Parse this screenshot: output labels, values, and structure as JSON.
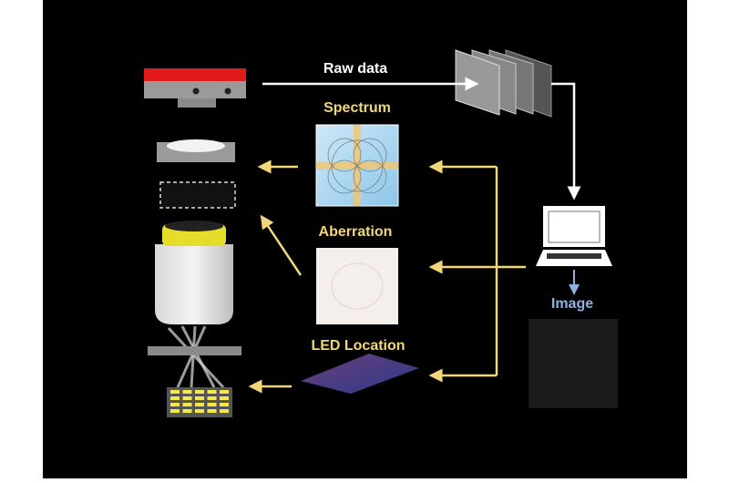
{
  "labels": {
    "raw_data": "Raw data",
    "spectrum": "Spectrum",
    "aberration": "Aberration",
    "led_location": "LED Location",
    "image": "Image"
  },
  "colors": {
    "background": "#000000",
    "yellow": "#f2d67a",
    "white": "#ffffff",
    "image_label": "#8fb0e0",
    "camera_red": "#e11b1b"
  }
}
